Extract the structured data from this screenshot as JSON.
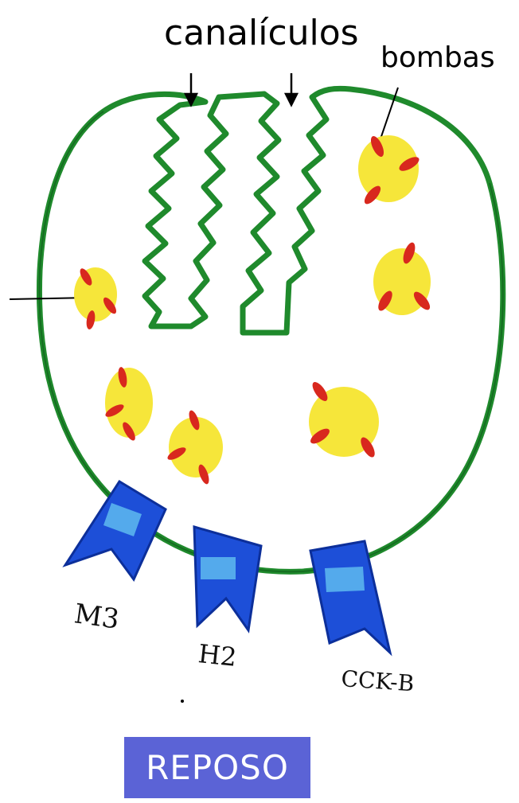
{
  "labels": {
    "canaliculi": "canalículos",
    "pumps": "bombas",
    "receptor_m3": "M3",
    "receptor_h2": "H2",
    "receptor_cckb": "CCK-B"
  },
  "state": "REPOSO",
  "colors": {
    "membrane": "#1f8a2c",
    "vesicle": "#f6e63a",
    "pump": "#d8281e",
    "receptor": "#1d4fd8",
    "receptor_highlight": "#5bb4ee",
    "state_badge": "#5b63d6"
  }
}
